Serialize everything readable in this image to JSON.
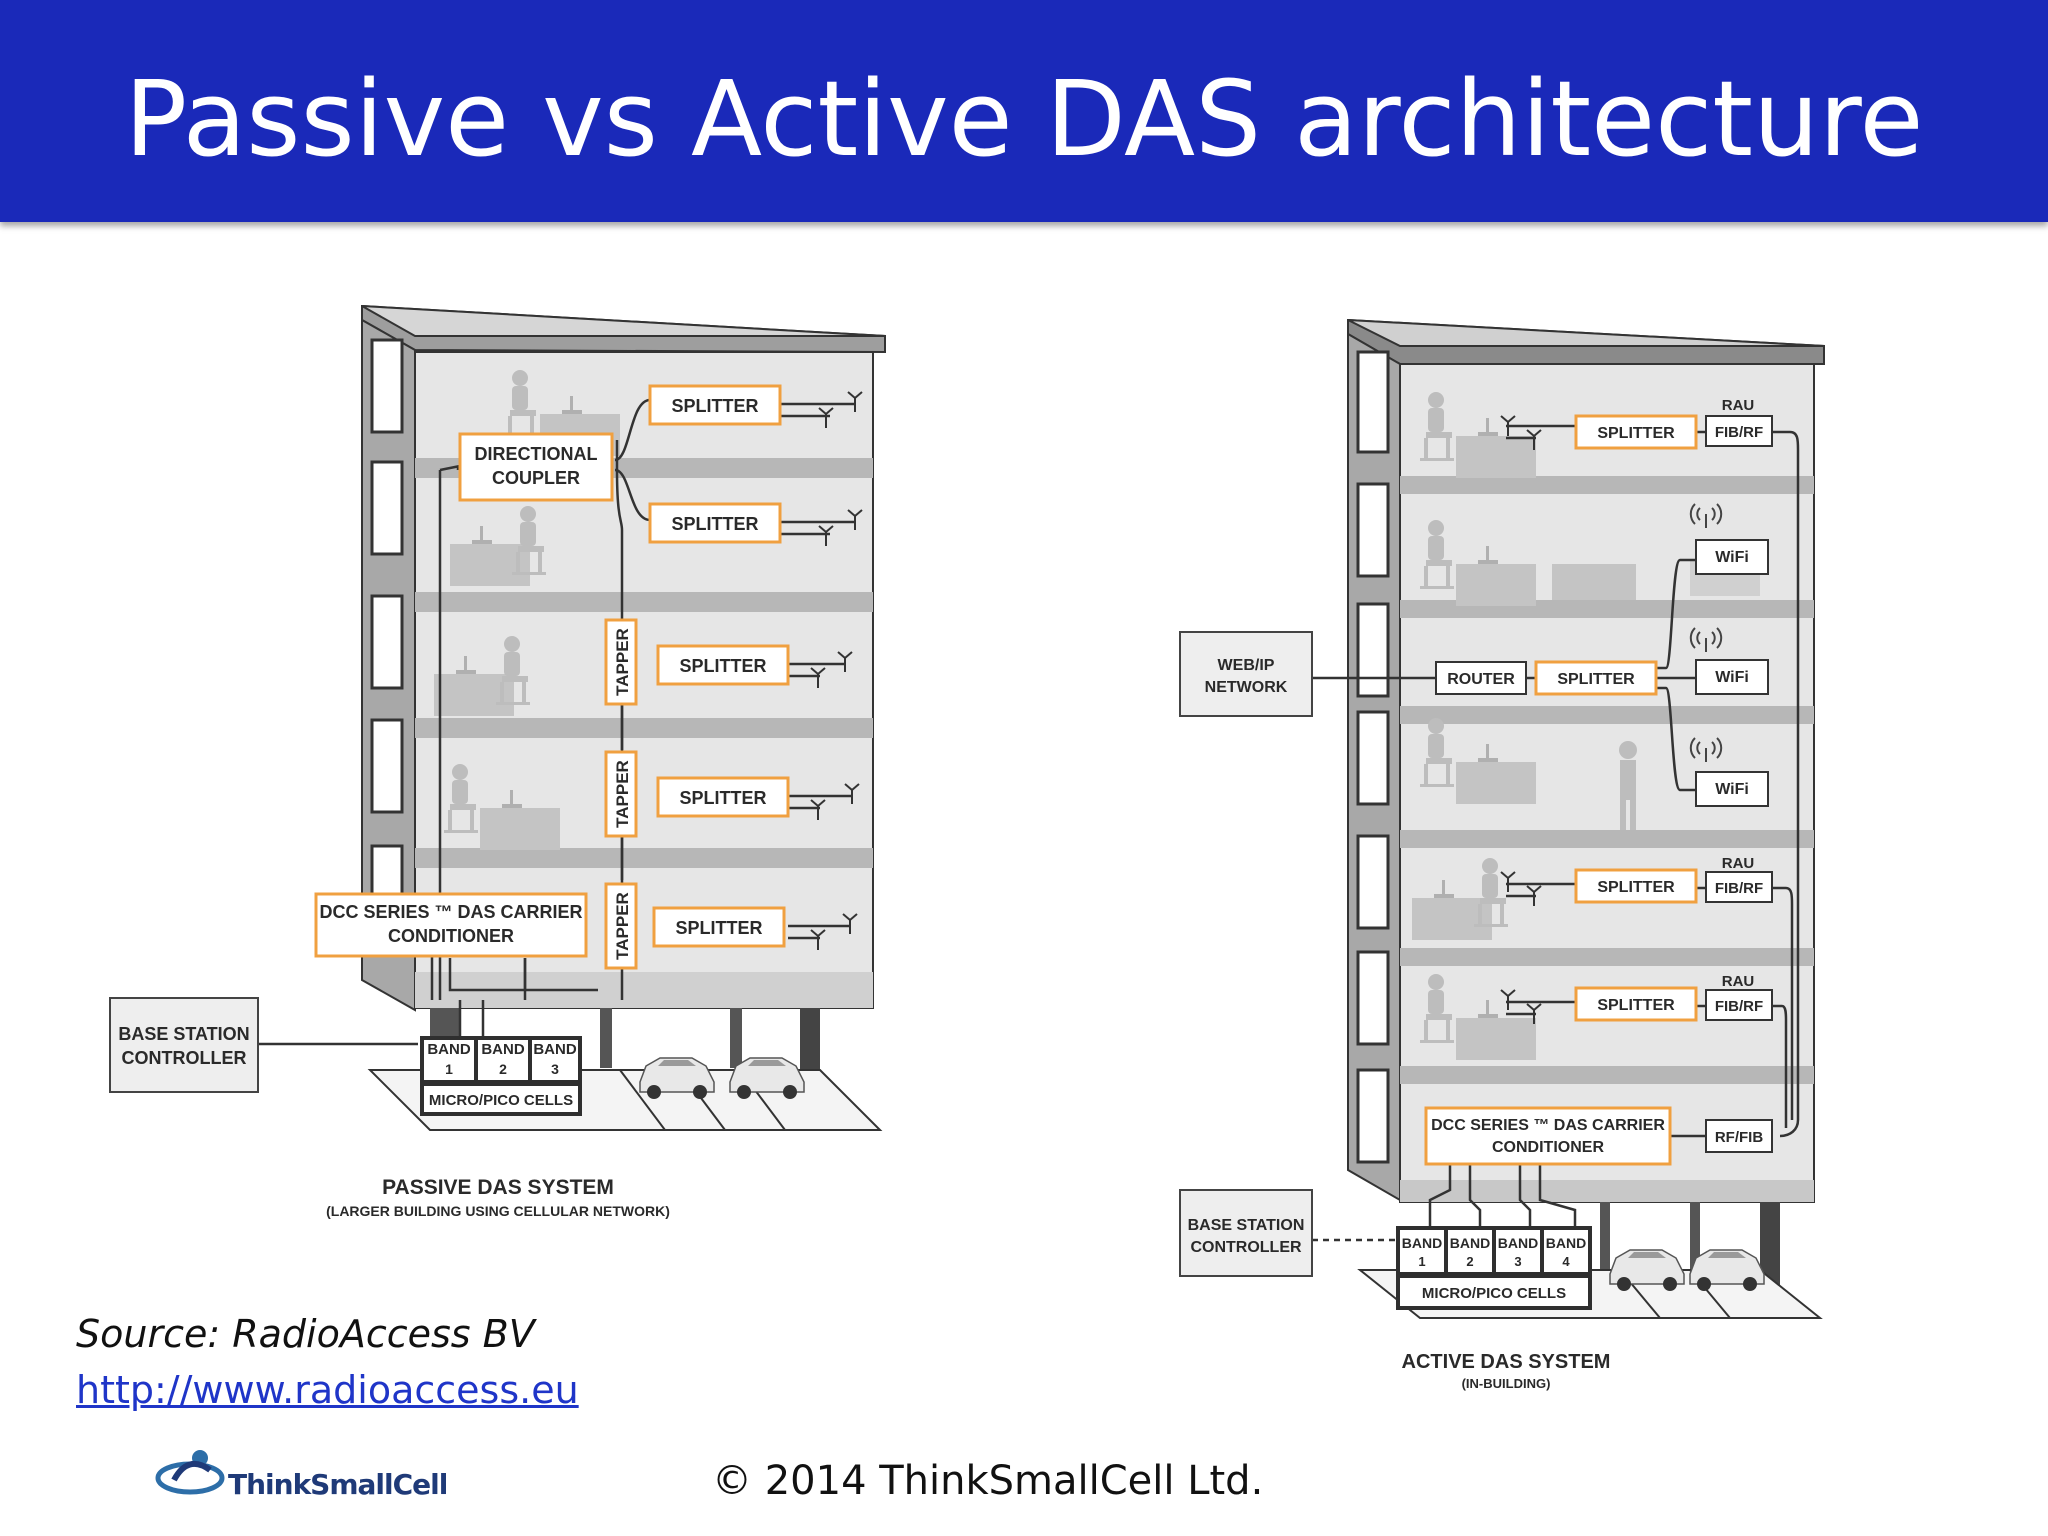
{
  "slide": {
    "title": "Passive vs Active DAS architecture",
    "source": "Source: RadioAccess BV",
    "link": "http://www.radioaccess.eu ",
    "copyright": "© 2014 ThinkSmallCell Ltd.",
    "logo_text": "ThinkSmallCell"
  },
  "colors": {
    "title_bar": "#1a29b9",
    "accent_orange": "#f0a040",
    "building_gray": "#c9c9c9"
  },
  "passive": {
    "splitter": "SPLITTER",
    "coupler_1": "DIRECTIONAL",
    "coupler_2": "COUPLER",
    "tapper": "TAPPER",
    "dcc_1": "DCC SERIES ™ DAS CARRIER",
    "dcc_2": "CONDITIONER",
    "bsc_1": "BASE STATION",
    "bsc_2": "CONTROLLER",
    "band": "BAND",
    "band_nums": [
      "1",
      "2",
      "3"
    ],
    "cells": "MICRO/PICO CELLS",
    "caption": "PASSIVE DAS SYSTEM",
    "subcaption": "(LARGER BUILDING USING CELLULAR NETWORK)"
  },
  "active": {
    "rau": "RAU",
    "fibrf": "FIB/RF",
    "rffib": "RF/FIB",
    "splitter": "SPLITTER",
    "wifi": "WiFi",
    "router": "ROUTER",
    "web_1": "WEB/IP",
    "web_2": "NETWORK",
    "dcc_1": "DCC SERIES ™ DAS CARRIER",
    "dcc_2": "CONDITIONER",
    "bsc_1": "BASE STATION",
    "bsc_2": "CONTROLLER",
    "band": "BAND",
    "band_nums": [
      "1",
      "2",
      "3",
      "4"
    ],
    "cells": "MICRO/PICO CELLS",
    "caption": "ACTIVE DAS SYSTEM",
    "subcaption": "(IN-BUILDING)"
  }
}
